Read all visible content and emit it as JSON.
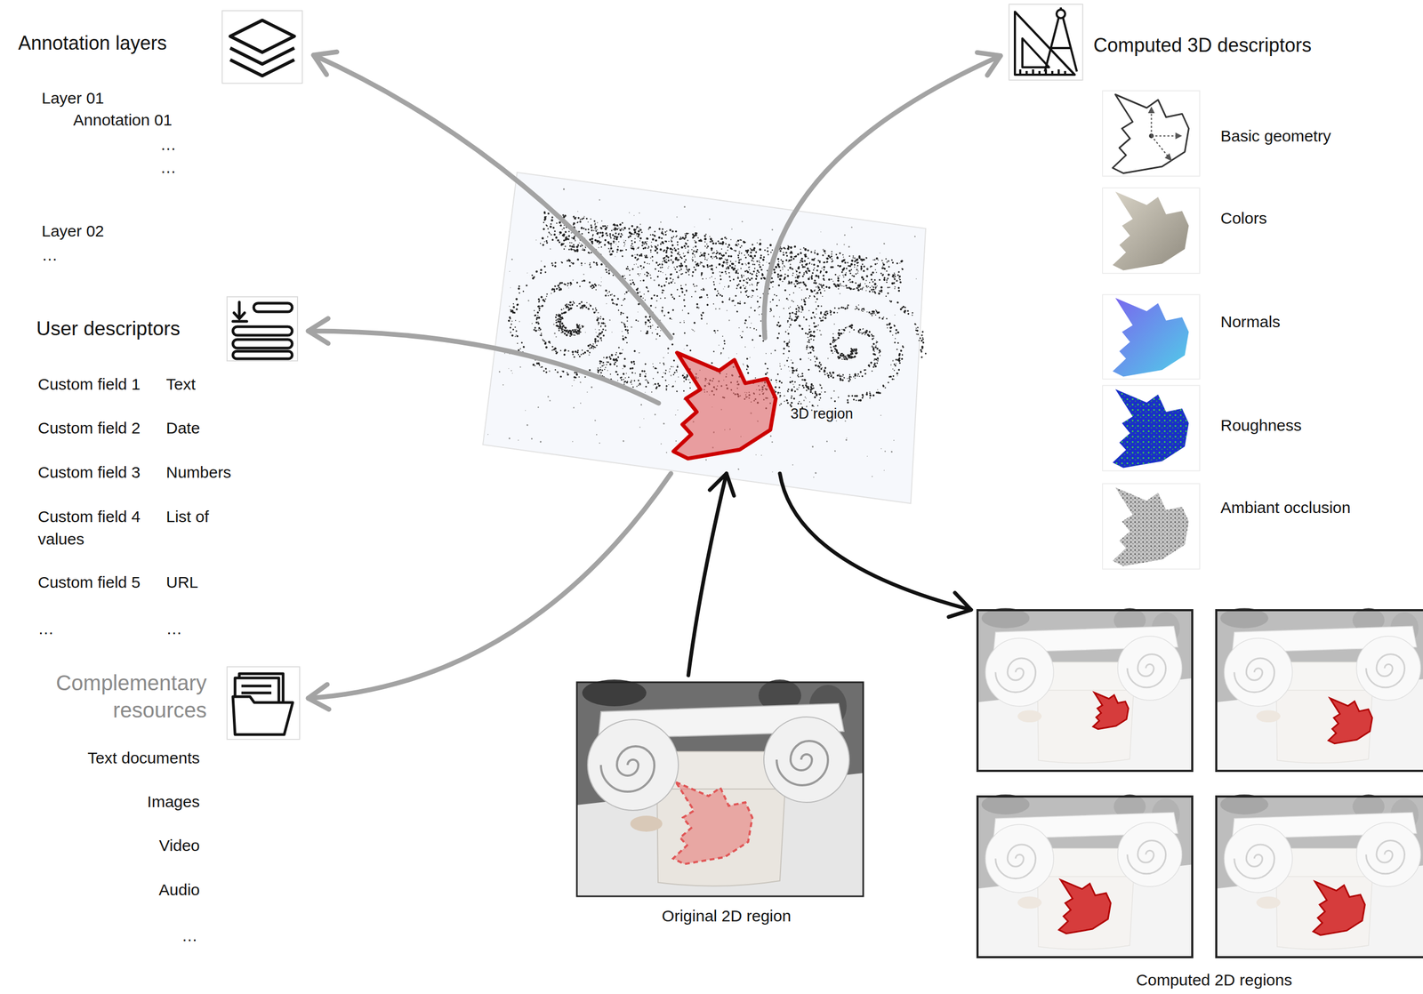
{
  "diagram": {
    "nodes": [
      {
        "text": [
          "3D region"
        ]
      },
      {
        "text": [
          "Annotation layers",
          "Layer 01",
          "Annotation 01",
          "…",
          "…",
          "Layer 02",
          "…"
        ]
      },
      {
        "text": [
          "User descriptors",
          "Custom field 1",
          "Text",
          "Custom field 2",
          "Date",
          "Custom field 3",
          "Numbers",
          "Custom field 4",
          "List of values",
          "Custom field 5",
          "URL",
          "…",
          "…"
        ]
      },
      {
        "text": [
          "Complementary resources",
          "Text documents",
          "Images",
          "Video",
          "Audio",
          "…"
        ]
      },
      {
        "text": [
          "Computed 3D descriptors",
          "Basic geometry",
          "Colors",
          "Normals",
          "Roughness",
          "Ambiant occlusion"
        ]
      },
      {
        "text": [
          "Original 2D region"
        ]
      },
      {
        "text": [
          "Computed 2D regions"
        ]
      }
    ],
    "edges": [
      {
        "from": 0,
        "to": 1,
        "arrow": "to"
      },
      {
        "from": 0,
        "to": 2,
        "arrow": "to"
      },
      {
        "from": 0,
        "to": 3,
        "arrow": "to"
      },
      {
        "from": 0,
        "to": 4,
        "arrow": "to"
      },
      {
        "from": 5,
        "to": 0,
        "arrow": "to"
      },
      {
        "from": 0,
        "to": 6,
        "arrow": "to"
      }
    ]
  }
}
